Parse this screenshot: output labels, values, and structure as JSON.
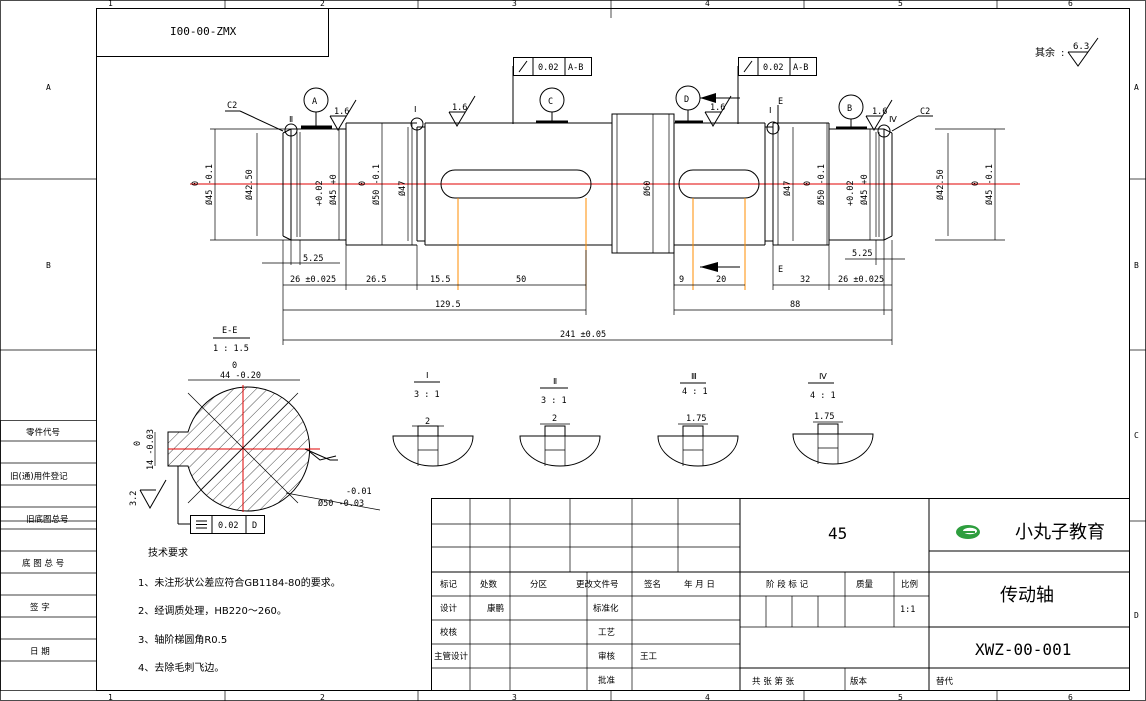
{
  "drawing": {
    "code_box": "I00-00-ZMX",
    "surface_rest_label": "其余",
    "surface_rest_value": "6.3",
    "zones": {
      "cols": [
        "1",
        "2",
        "3",
        "4",
        "5",
        "6"
      ],
      "rows": [
        "A",
        "B",
        "C",
        "D"
      ]
    },
    "left_column": [
      "零件代号",
      "旧(通)用件登记",
      "旧底图总号",
      "底 图 总 号",
      "签   字",
      "日   期"
    ],
    "datums": [
      "A",
      "C",
      "D",
      "B"
    ],
    "roughness": [
      "1.6",
      "1.6",
      "1.6",
      "1.6"
    ],
    "chamfer": "C2",
    "tol_runout_1": {
      "value": "0.02",
      "ref": "A-B"
    },
    "tol_runout_2": {
      "value": "0.02",
      "ref": "A-B"
    },
    "section_marks": [
      "Ⅱ",
      "Ⅰ",
      "Ⅰ",
      "E",
      "Ⅳ"
    ],
    "diameters": {
      "d45_left": "Ø45 -0.1",
      "d45_left_top": "0",
      "d4250_left": "Ø42.50",
      "d45_02": "Ø45 +0",
      "d45_02_top": "+0.02",
      "d50_left": "Ø50 -0.1",
      "d50_left_top": "0",
      "d47_left": "Ø47",
      "d60": "Ø60",
      "d47_right": "Ø47",
      "d50_right": "Ø50 -0.1",
      "d50_right_top": "0",
      "d45_right_02": "Ø45 +0",
      "d45_right_02_top": "+0.02",
      "d4250_right": "Ø42.50",
      "d45_right": "Ø45 -0.1",
      "d45_right_top": "0"
    },
    "dims": {
      "d525_left": "5.25",
      "d26_left": "26 ±0.025",
      "d265": "26.5",
      "d155": "15.5",
      "d50": "50",
      "d1295": "129.5",
      "d241": "241 ±0.05",
      "d9": "9",
      "d20": "20",
      "e_mark": "E",
      "d32": "32",
      "d26_right": "26 ±0.025",
      "d525_right": "5.25",
      "d88": "88"
    },
    "section_ee": {
      "title": "E-E",
      "scale": "1 : 1.5",
      "width_top": "0",
      "width": "44 -0.20",
      "depth_top": "0",
      "depth": "14 -0.03",
      "dia_top": "-0.01",
      "dia": "Ø50 -0.03",
      "roughness": "3.2",
      "sym_value": "0.02",
      "sym_ref": "D"
    },
    "details": [
      {
        "name": "Ⅰ",
        "scale": "3 : 1",
        "dim": "2"
      },
      {
        "name": "Ⅱ",
        "scale": "3 : 1",
        "dim": "2"
      },
      {
        "name": "Ⅲ",
        "scale": "4 : 1",
        "dim": "1.75"
      },
      {
        "name": "Ⅳ",
        "scale": "4 : 1",
        "dim": "1.75"
      }
    ],
    "tech_title": "技术要求",
    "tech_items": [
      "1、未注形状公差应符合GB1184-80的要求。",
      "2、经调质处理，HB220～260。",
      "3、轴阶梯圆角R0.5",
      "4、去除毛刺飞边。"
    ]
  },
  "titleblock": {
    "material": "45",
    "company": "小丸子教育",
    "part_name": "传动轴",
    "drawing_no": "XWZ-00-001",
    "headers": [
      "标记",
      "处数",
      "分区",
      "更改文件号",
      "签名",
      "年 月 日"
    ],
    "rows": [
      {
        "label": "设计",
        "value": "康鹏",
        "label2": "标准化"
      },
      {
        "label": "校核",
        "value": "",
        "label2": "工艺"
      },
      {
        "label": "主管设计",
        "value": "",
        "label2": "审核",
        "value2": "王工"
      },
      {
        "label": "",
        "value": "",
        "label2": "批准"
      }
    ],
    "stage": "阶 段 标 记",
    "weight": "质量",
    "scale_label": "比例",
    "scale": "1:1",
    "sheets": "共  张   第  张",
    "version": "版本",
    "replace": "替代"
  },
  "colors": {
    "centerline": "#e00000",
    "guide": "#ff8c00",
    "logo": "#2e9e3e"
  }
}
